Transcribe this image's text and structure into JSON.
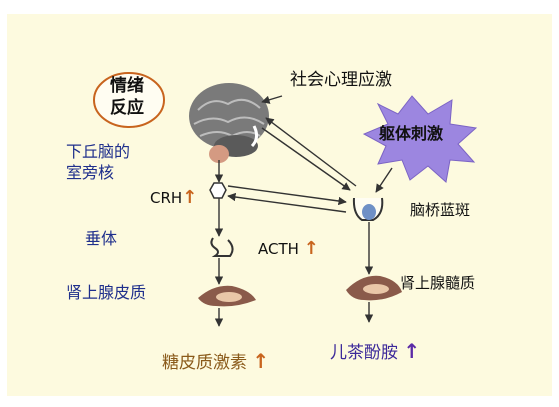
{
  "labels": {
    "emotion_line1": "情绪",
    "emotion_line2": "反应",
    "psychosocial": "社会心理应激",
    "somatic": "躯体刺激",
    "hypothalamus_line1": "下丘脑的",
    "hypothalamus_line2": "室旁核",
    "crh": "CRH",
    "locus_coeruleus": "脑桥蓝斑",
    "pituitary": "垂体",
    "acth": "ACTH",
    "adrenal_cortex": "肾上腺皮质",
    "adrenal_medulla": "肾上腺髓质",
    "glucocorticoid": "糖皮质激素",
    "catecholamine": "儿茶酚胺"
  },
  "indicators": {
    "up_arrow": "↑"
  },
  "colors": {
    "background": "#fdfadf",
    "navy_text": "#1f2f8c",
    "up_arrow": "#c8641e",
    "purple_arrow": "#5b2aa6",
    "ellipse_stroke": "#c8641e",
    "burst_fill": "#9c86e0",
    "gland": "#8a5a4a",
    "brown_text": "#8a5a1a",
    "purple_text": "#3d2a9a"
  }
}
